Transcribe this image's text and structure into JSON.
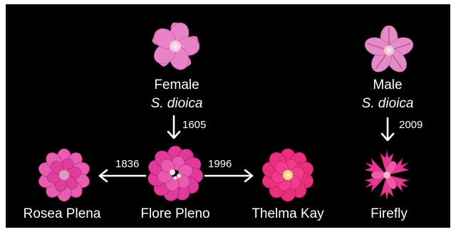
{
  "female": {
    "sex": "Female",
    "species": "S. dioica"
  },
  "male": {
    "sex": "Male",
    "species": "S. dioica"
  },
  "cultivars": {
    "rosea_plena": "Rosea Plena",
    "flore_pleno": "Flore Pleno",
    "thelma_kay": "Thelma Kay",
    "firefly": "Firefly"
  },
  "years": {
    "female_to_flore_pleno": "1605",
    "male_to_firefly": "2009",
    "flore_pleno_to_rosea_plena": "1836",
    "flore_pleno_to_thelma_kay": "1996"
  },
  "colors": {
    "background": "#000000",
    "text": "#ffffff",
    "petal_pink": "#e783c6",
    "petal_magenta": "#e3399b",
    "petal_deep": "#d61e78",
    "flower_center": "#f3e9d6"
  }
}
